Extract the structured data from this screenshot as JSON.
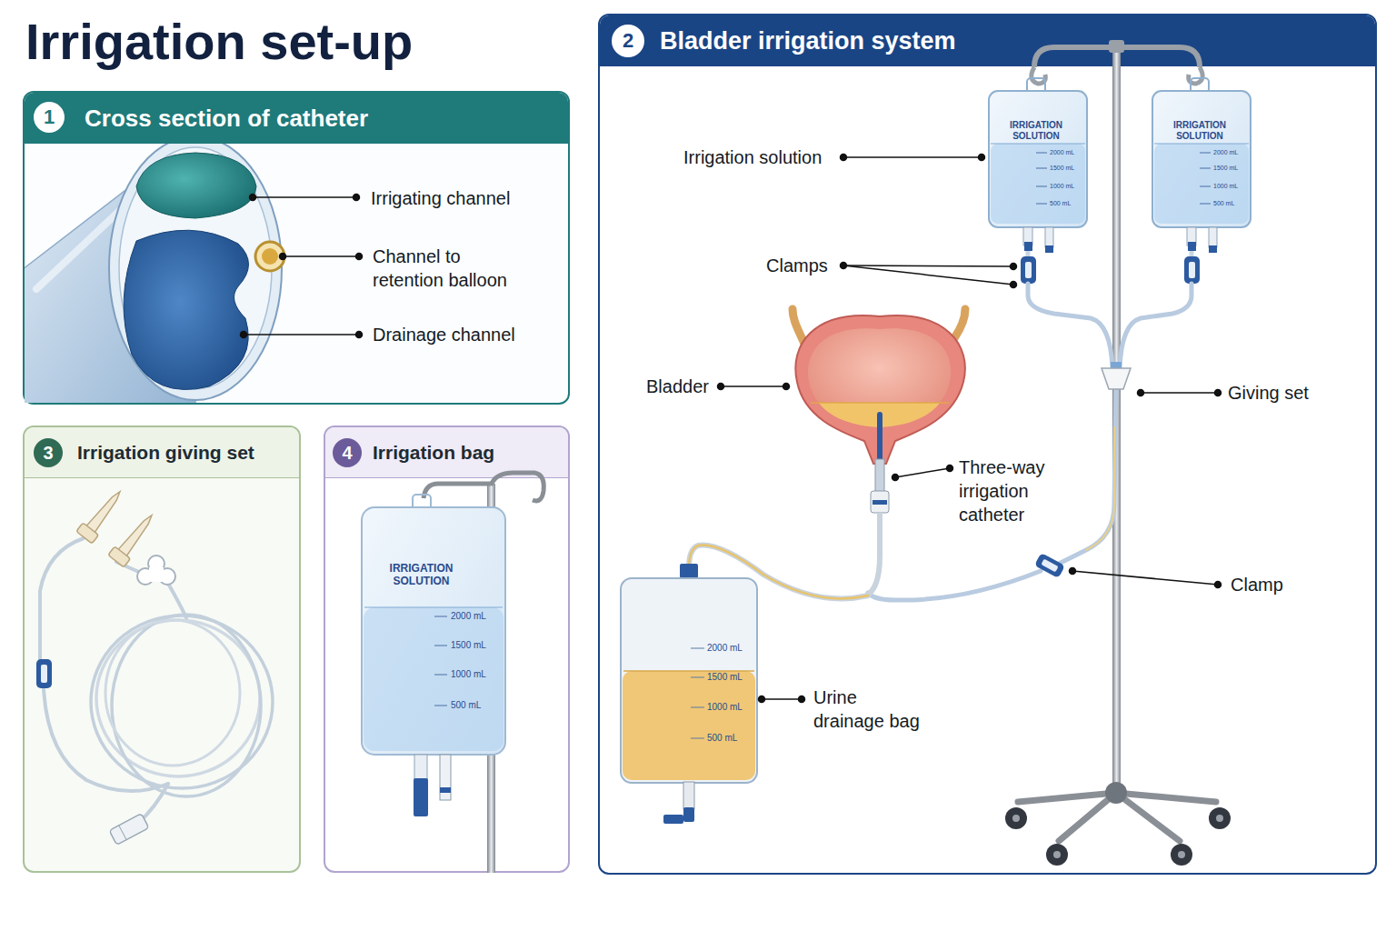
{
  "diagram": {
    "title": "Irrigation set-up",
    "nodes": [
      {
        "text": [
          "Cross section of catheter"
        ]
      },
      {
        "text": [
          "1"
        ],
        "in": 0
      },
      {
        "text": [
          "Bladder irrigation system"
        ]
      },
      {
        "text": [
          "2"
        ],
        "in": 2
      },
      {
        "text": [
          "Irrigation giving set"
        ]
      },
      {
        "text": [
          "3"
        ],
        "in": 4
      },
      {
        "text": [
          "Irrigation bag"
        ]
      },
      {
        "text": [
          "4"
        ],
        "in": 6
      }
    ],
    "labels": [
      "Irrigating channel",
      "Channel to retention balloon",
      "Drainage channel",
      "Irrigation solution",
      "Clamps",
      "Bladder",
      "Three-way irrigation catheter",
      "Giving set",
      "Clamp",
      "Urine drainage bag",
      "IRRIGATION SOLUTION",
      "2000 mL",
      "1500 mL",
      "1000 mL",
      "500 mL",
      "IRRIGATION SOLUTION",
      "2000 mL",
      "1500 mL",
      "1000 mL",
      "500 mL",
      "2000 mL",
      "1500 mL",
      "1000 mL",
      "500 mL",
      "IRRIGATION SOLUTION",
      "2000 mL",
      "1500 mL",
      "1000 mL",
      "500 mL"
    ]
  }
}
